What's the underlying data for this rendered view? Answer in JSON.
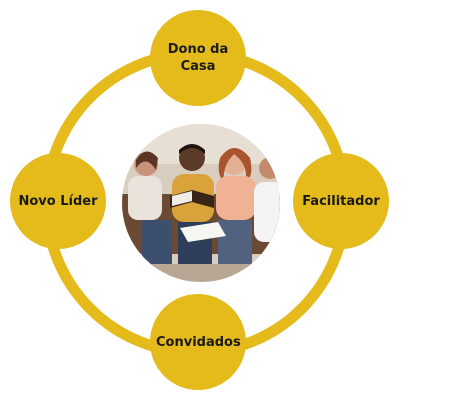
{
  "diagram": {
    "nodes": {
      "top": "Dono da Casa",
      "right": "Facilitador",
      "bottom": "Convidados",
      "left": "Novo Líder"
    },
    "center_image": "group-bible-study-photo"
  },
  "colors": {
    "accent": "#E4BB1B",
    "text": "#1a1a1a",
    "background": "#ffffff"
  }
}
